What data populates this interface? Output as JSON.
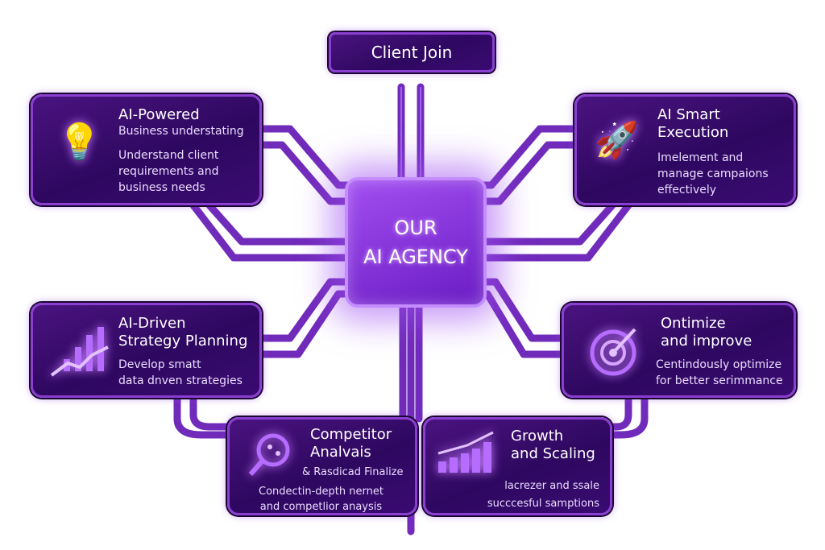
{
  "top": {
    "label": "Client Join"
  },
  "center": {
    "line1": "OUR",
    "line2": "AI AGENCY"
  },
  "steps": {
    "understanding": {
      "title": "AI-Powered",
      "subtitle": "Business understating",
      "description": [
        "Understand client",
        "requirements and",
        "business needs"
      ],
      "icon": "lightbulb-icon"
    },
    "execution": {
      "title": [
        "AI Smart",
        "Execution"
      ],
      "description": [
        "Imelement and",
        "manage campaions",
        "effectively"
      ],
      "icon": "rocket-icon"
    },
    "strategy": {
      "title": [
        "AI-Driven",
        "Strategy Planning"
      ],
      "description": [
        "Develop smatt",
        "data  dnven strategies"
      ],
      "icon": "growth-chart-icon"
    },
    "optimize": {
      "title": [
        "Ontimize",
        "and improve"
      ],
      "description": [
        "Centindously optimize",
        "for better serimmance"
      ],
      "icon": "target-icon"
    },
    "competitor": {
      "title": [
        "Competitor",
        "Analvais"
      ],
      "subtitle": "& Rasdicad Finalize",
      "description": [
        "Condectin-depth nernet",
        "and competlior anaysis"
      ],
      "icon": "magnifier-icon"
    },
    "growth": {
      "title": [
        "Growth",
        "and Scaling"
      ],
      "description": [
        "lacrezer and ssale",
        "succcesful samptions"
      ],
      "icon": "bar-chart-arrow-icon"
    }
  },
  "colors": {
    "accent": "#8a3fd0",
    "box": "#2e0860",
    "glow": "#c77dff"
  }
}
